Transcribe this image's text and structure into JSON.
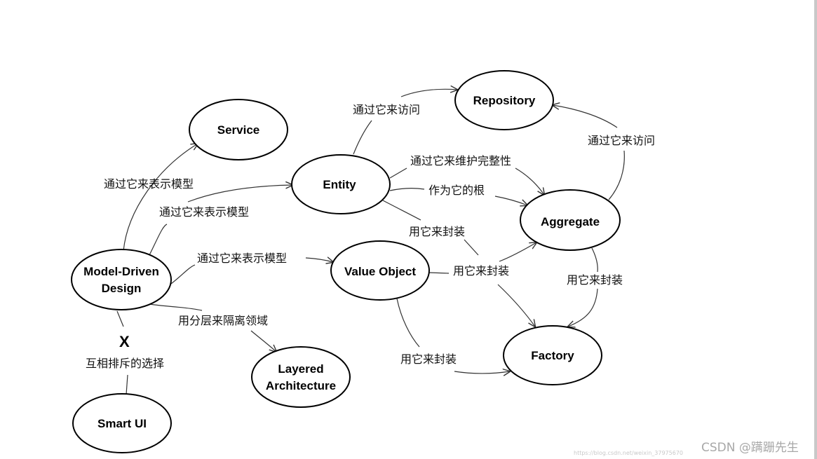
{
  "nodes": {
    "service": "Service",
    "repository": "Repository",
    "entity": "Entity",
    "aggregate": "Aggregate",
    "model_driven_design": [
      "Model-Driven",
      "Design"
    ],
    "value_object": "Value Object",
    "factory": "Factory",
    "layered_architecture": [
      "Layered",
      "Architecture"
    ],
    "smart_ui": "Smart UI"
  },
  "edges": {
    "mdd_service": "通过它来表示模型",
    "mdd_entity": "通过它来表示模型",
    "mdd_value_object": "通过它来表示模型",
    "mdd_layered": "用分层来隔离领域",
    "mdd_smart_ui_mark": "X",
    "mdd_smart_ui": "互相排斥的选择",
    "entity_repository": "通过它来访问",
    "entity_aggregate_integrity": "通过它来维护完整性",
    "entity_aggregate_root": "作为它的根",
    "entity_factory": "用它来封装",
    "value_object_aggregate": "用它来封装",
    "value_object_factory": "用它来封装",
    "aggregate_repository": "通过它来访问",
    "aggregate_factory": "用它来封装"
  },
  "watermark": {
    "main": "CSDN @蹒跚先生",
    "small": "https://blog.csdn.net/weixin_37975670"
  },
  "colors": {
    "stroke": "#000000",
    "text": "#111111",
    "background": "#ffffff",
    "watermark": "#a8a8a8"
  }
}
